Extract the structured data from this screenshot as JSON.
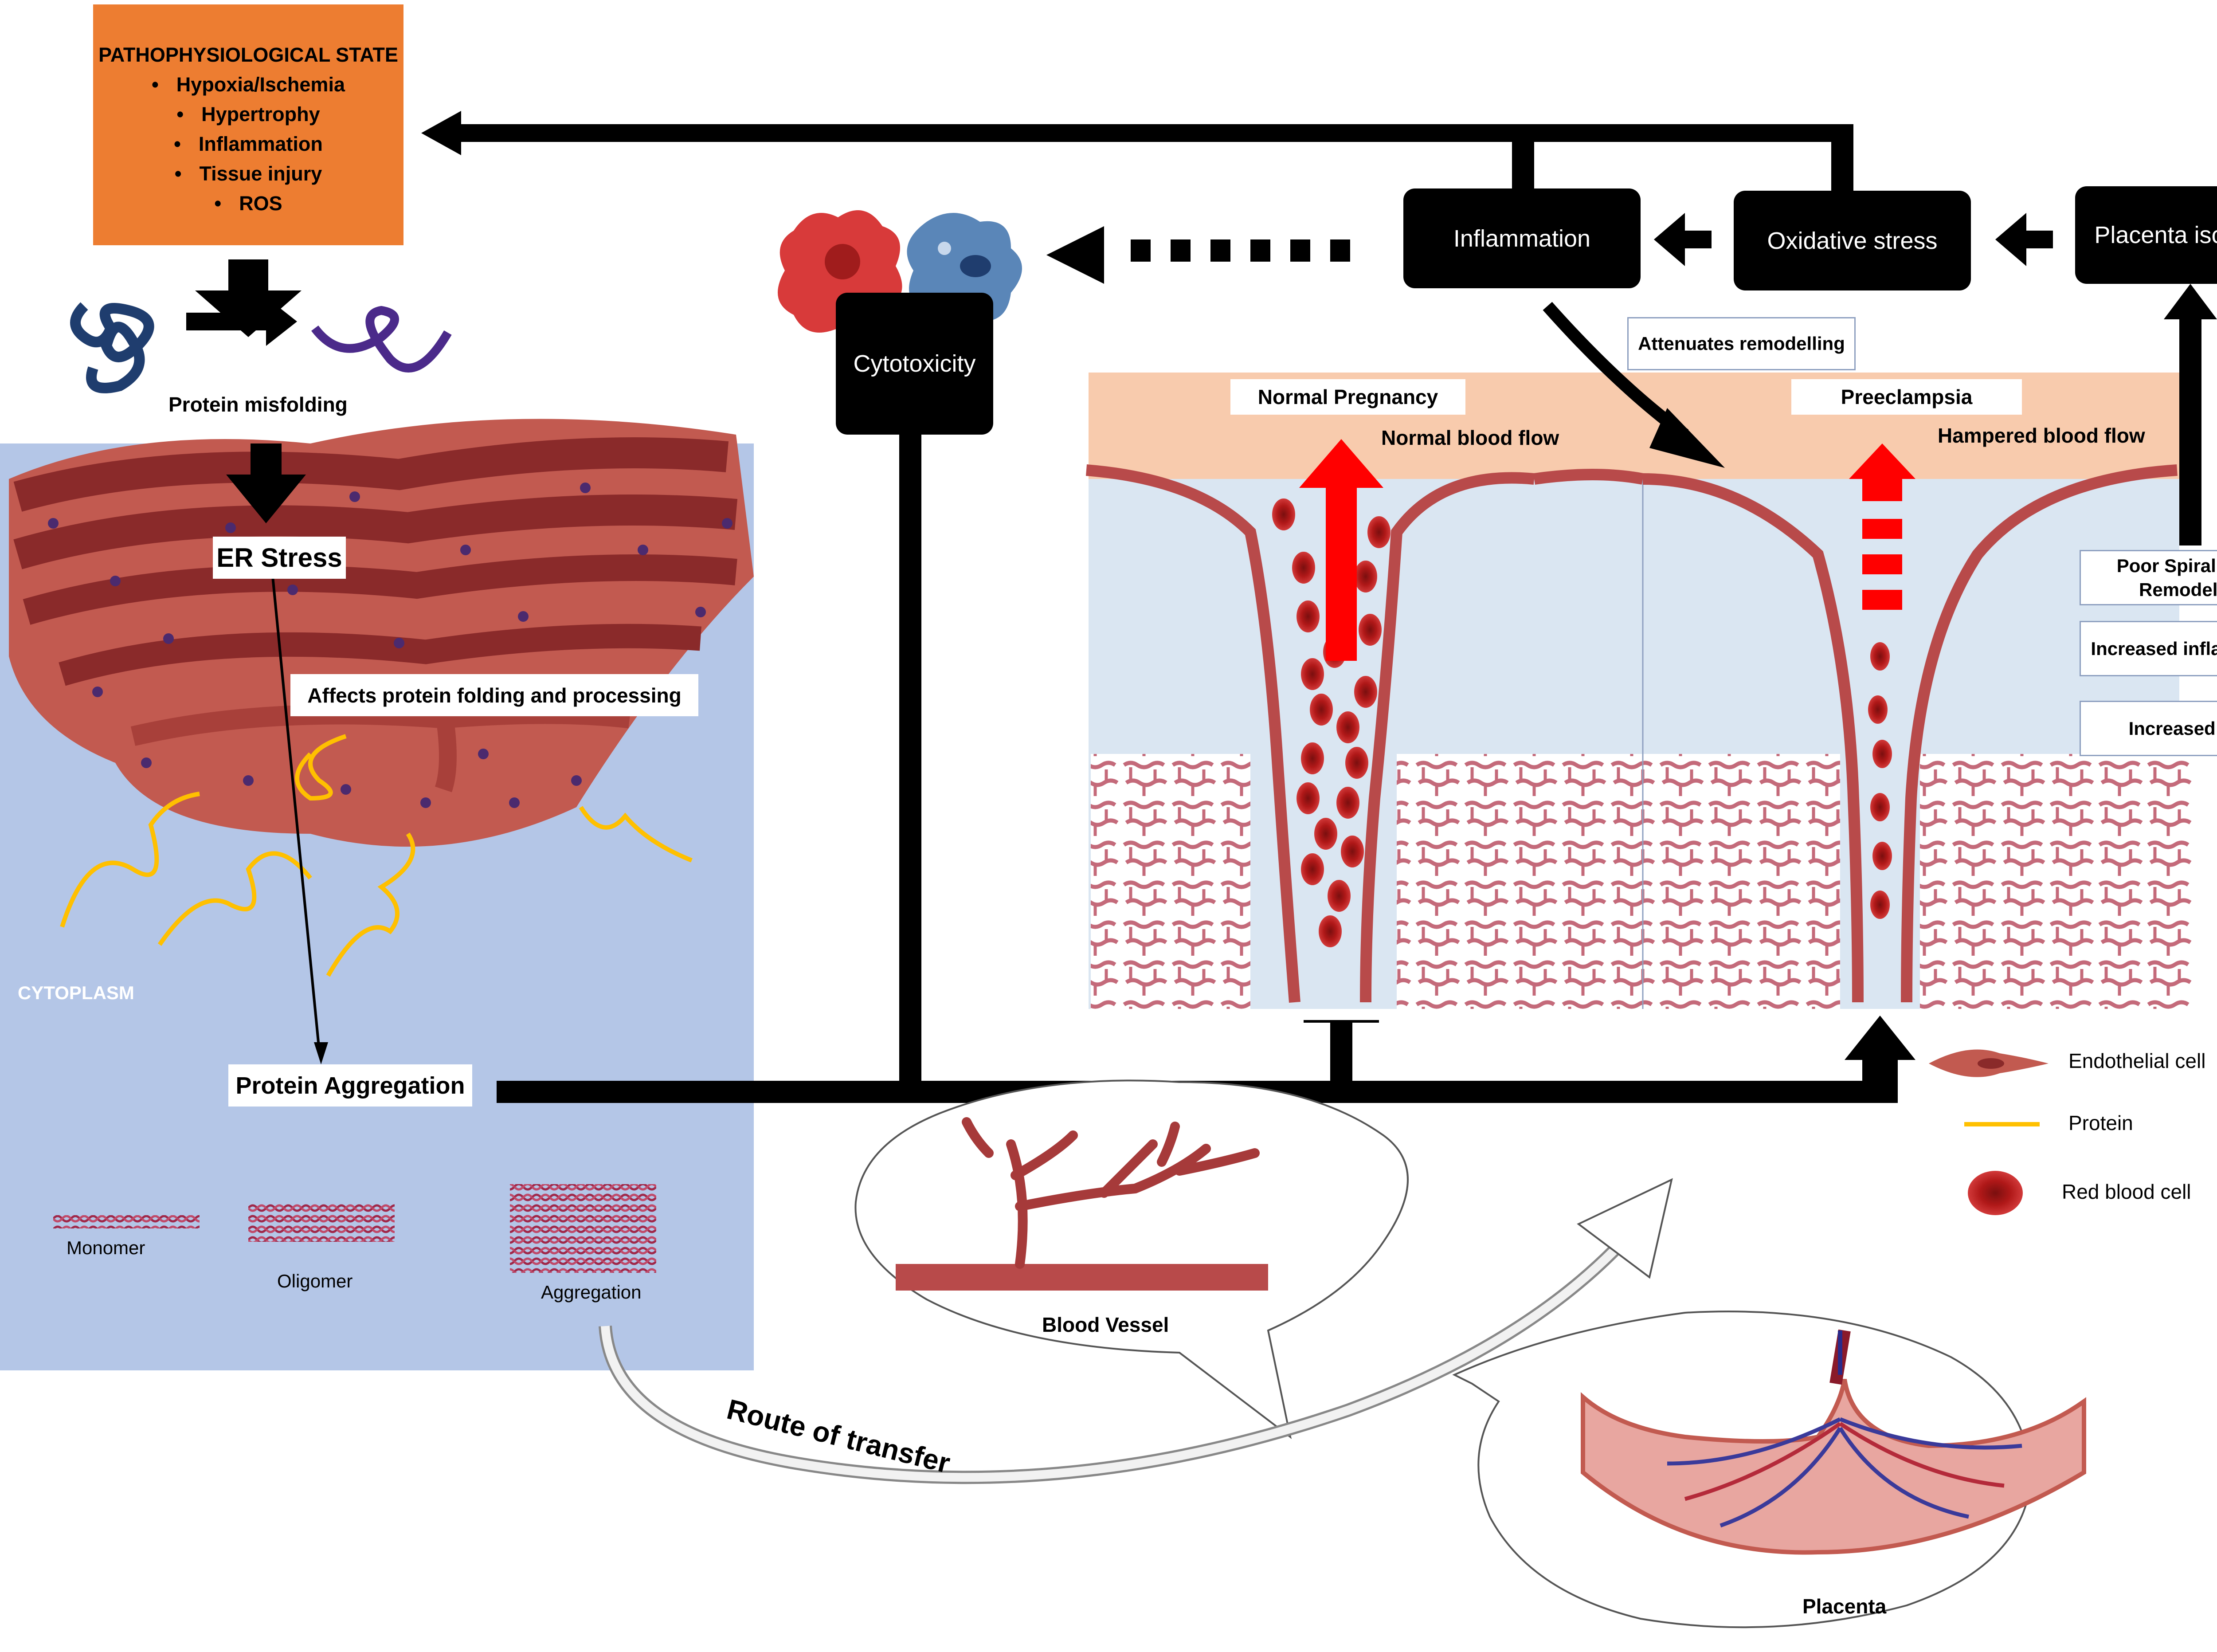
{
  "pathophysiology": {
    "title": "PATHOPHYSIOLOGICAL STATE",
    "items": [
      "Hypoxia/Ischemia",
      "Hypertrophy",
      "Inflammation",
      "Tissue injury",
      "ROS"
    ]
  },
  "protein_misfolding": "Protein misfolding",
  "er_stress": "ER Stress",
  "affects_folding": "Affects protein folding and processing",
  "cytoplasm": "CYTOPLASM",
  "protein_aggregation": "Protein Aggregation",
  "aggregate_stages": [
    "Monomer",
    "Oligomer",
    "Aggregation"
  ],
  "flow_boxes": {
    "inflammation": "Inflammation",
    "oxidative_stress": "Oxidative stress",
    "placenta_ischemia": "Placenta ischemia",
    "cytotoxicity": "Cytotoxicity"
  },
  "attenuates_remodelling": "Attenuates remodelling",
  "normal": {
    "label": "Normal Pregnancy",
    "flow": "Normal blood flow"
  },
  "preeclampsia": {
    "label": "Preeclampsia",
    "flow": "Hampered blood flow"
  },
  "outcomes": [
    "Poor Spiral artery Remodelling",
    "Increased inflammation",
    "Increased ROS"
  ],
  "legend": [
    {
      "label": "Endothelial cell",
      "icon": "endothelial-cell-icon"
    },
    {
      "label": "Protein",
      "icon": "protein-line-icon"
    },
    {
      "label": "Red blood cell",
      "icon": "red-blood-cell-icon"
    }
  ],
  "blood_vessel": "Blood Vessel",
  "placenta": "Placenta",
  "route_of_transfer": "Route of transfer",
  "colors": {
    "orange_box": "#ed7d31",
    "cytoplasm": "#b4c6e7",
    "er_dark": "#8a2a2a",
    "er_light": "#c25a50",
    "vessel_band": "#f8cbad",
    "vessel_lumen": "#dae6f2",
    "red_arrow": "#ff0000",
    "protein_yellow": "#ffc000"
  }
}
